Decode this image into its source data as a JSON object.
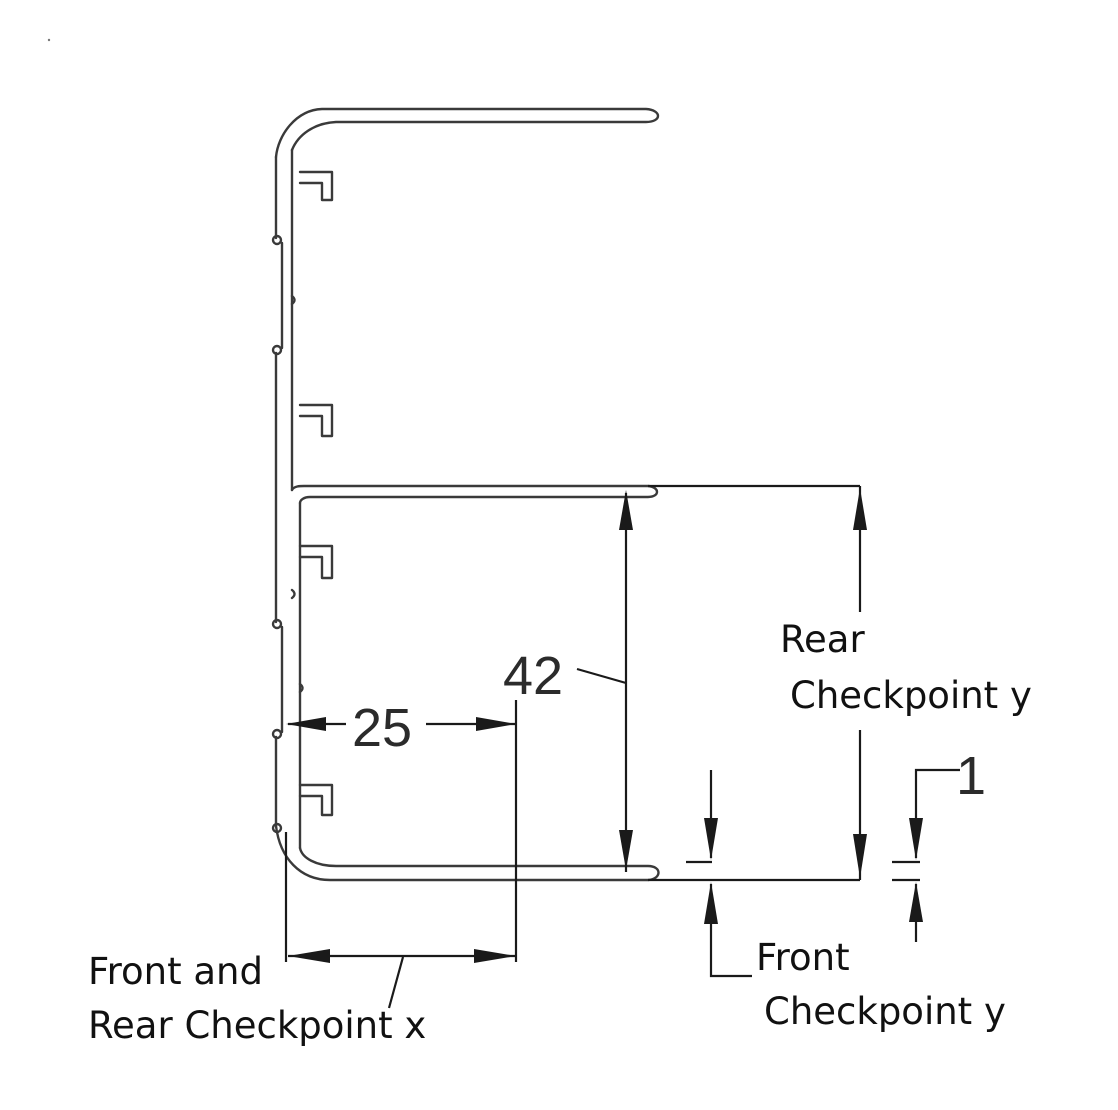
{
  "dimensions": {
    "width_value": "25",
    "height_value": "42",
    "gap_value": "1"
  },
  "labels": {
    "rear_y": [
      "Rear",
      "Checkpoint y"
    ],
    "front_rear_x": [
      "Front and",
      "Rear Checkpoint x"
    ],
    "front_y": [
      "Front",
      "Checkpoint y"
    ]
  }
}
